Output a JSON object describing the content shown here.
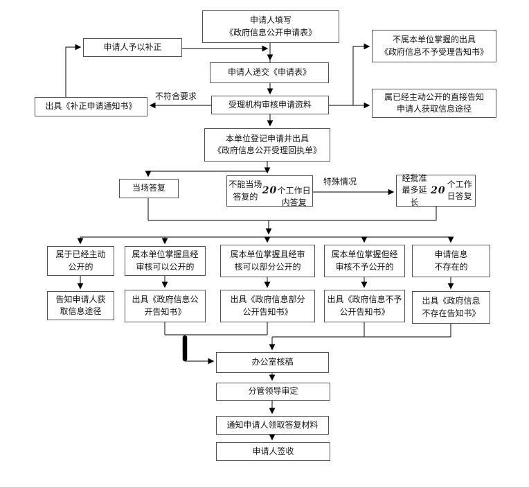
{
  "diagram": {
    "line_color": "#000000",
    "box_border_color": "#525252",
    "background_color": "#ffffff"
  },
  "nodes": {
    "fill_form": {
      "text": "申请人填写\n《政府信息公开申请表》"
    },
    "submit_form": {
      "text": "申请人递交《申请表》"
    },
    "review": {
      "text": "受理机构审核申请资料"
    },
    "register": {
      "text": "本单位登记申请并出具\n《政府信息公开受理回执单》"
    },
    "correct": {
      "text": "申请人予以补正"
    },
    "correction_notice": {
      "text": "出具《补正申请通知书》"
    },
    "not_held": {
      "text": "不属本单位掌握的出具\n《政府信息不予受理告知书》"
    },
    "already_public": {
      "text": "属已经主动公开的直接告知\n申请人获取信息途径"
    },
    "onspot": {
      "text": "当场答复"
    },
    "within20": {
      "pre": "不能当场答复的",
      "num": "20",
      "post": "\n个工作日内答复"
    },
    "extend20": {
      "pre": "经批准最多延长\n",
      "num": "20",
      "post": "个工作日答复"
    },
    "cond1": {
      "text": "属于已经主动\n公开的"
    },
    "cond2": {
      "text": "属本单位掌握且经\n审核可以公开的"
    },
    "cond3": {
      "text": "属本单位掌握且经审\n核可以部分公开的"
    },
    "cond4": {
      "text": "属本单位掌握但经\n审核不予公开的"
    },
    "cond5": {
      "text": "申请信息\n不存在的"
    },
    "act1": {
      "text": "告知申请人获\n取信息途径"
    },
    "act2": {
      "text": "出具《政府信息公\n开告知书》"
    },
    "act3": {
      "text": "出具《政府信息部分\n公开告知书》"
    },
    "act4": {
      "text": "出具《政府信息不予\n公开告知书》"
    },
    "act5": {
      "text": "出具《政府信息\n不存在告知书》"
    },
    "office": {
      "text": "办公室核稿"
    },
    "leader": {
      "text": "分管领导审定"
    },
    "notify": {
      "text": "通知申请人领取答复材料"
    },
    "sign": {
      "text": "申请人签收"
    }
  },
  "labels": {
    "not_meeting": "不符合要求",
    "special_case": "特殊情况"
  }
}
